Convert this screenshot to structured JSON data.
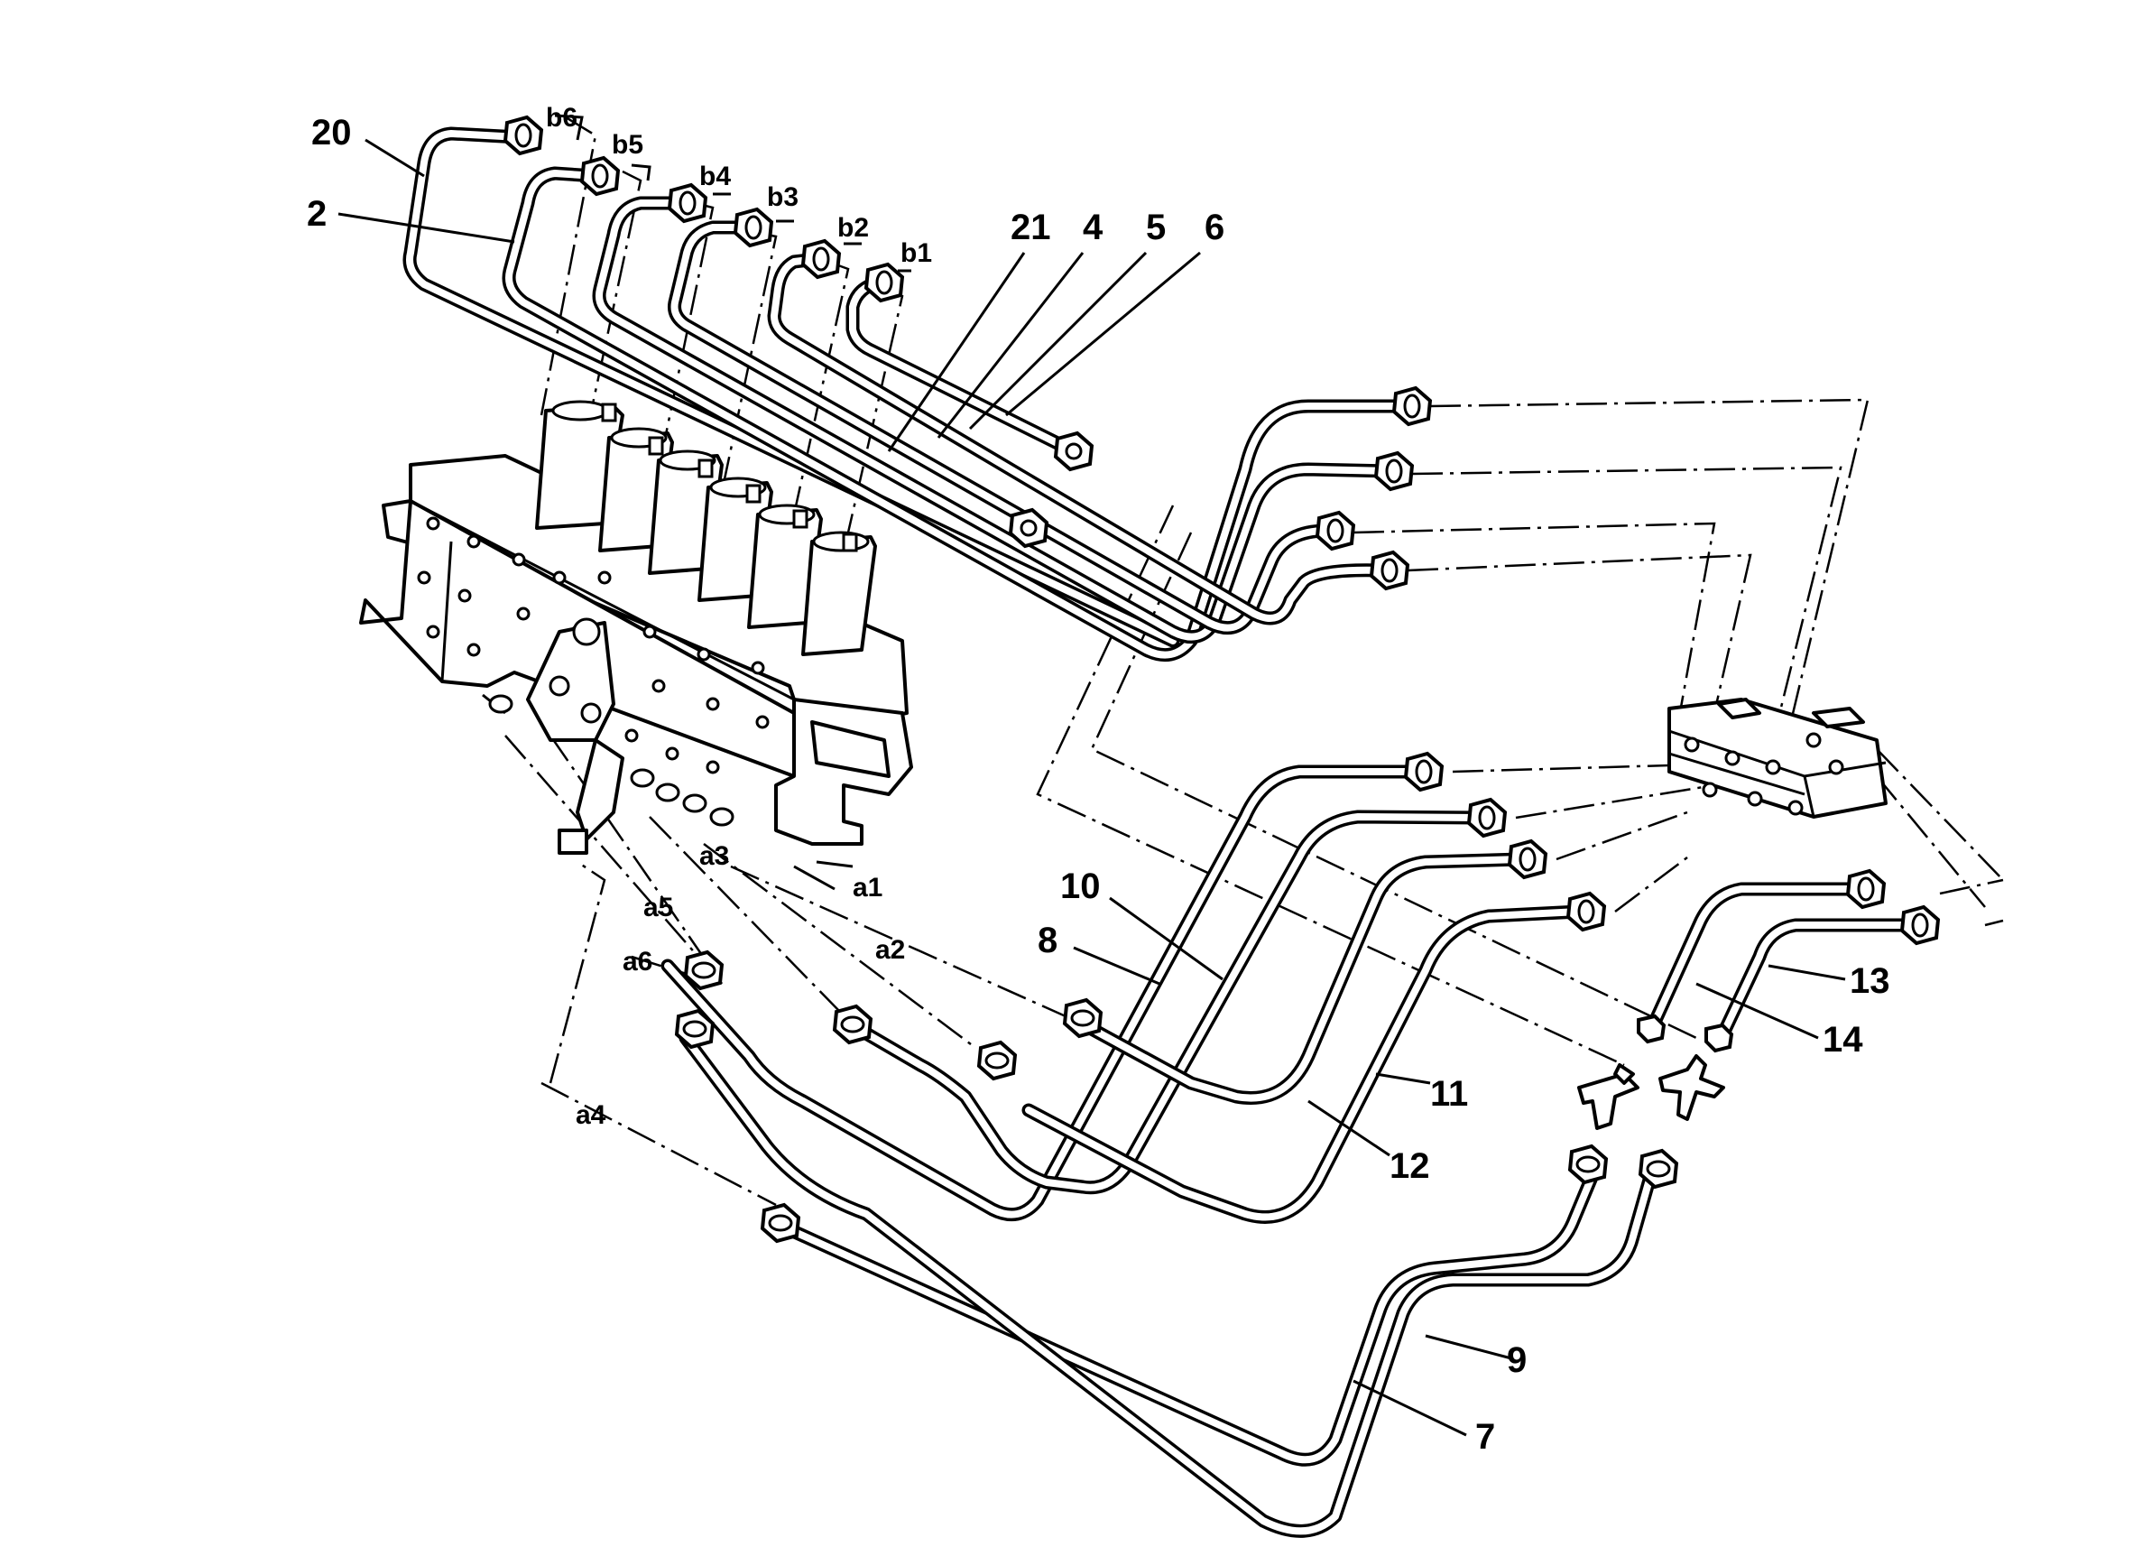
{
  "labels": {
    "l20": "20",
    "l2": "2",
    "l21": "21",
    "l4": "4",
    "l5": "5",
    "l6": "6",
    "l10": "10",
    "l8": "8",
    "l11": "11",
    "l12": "12",
    "l13": "13",
    "l14": "14",
    "l9": "9",
    "l7": "7",
    "b6": "b6",
    "b5": "b5",
    "b4": "b4",
    "b3": "b3",
    "b2": "b2",
    "b1": "b1",
    "a1": "a1",
    "a2": "a2",
    "a3": "a3",
    "a4": "a4",
    "a5": "a5",
    "a6": "a6"
  }
}
